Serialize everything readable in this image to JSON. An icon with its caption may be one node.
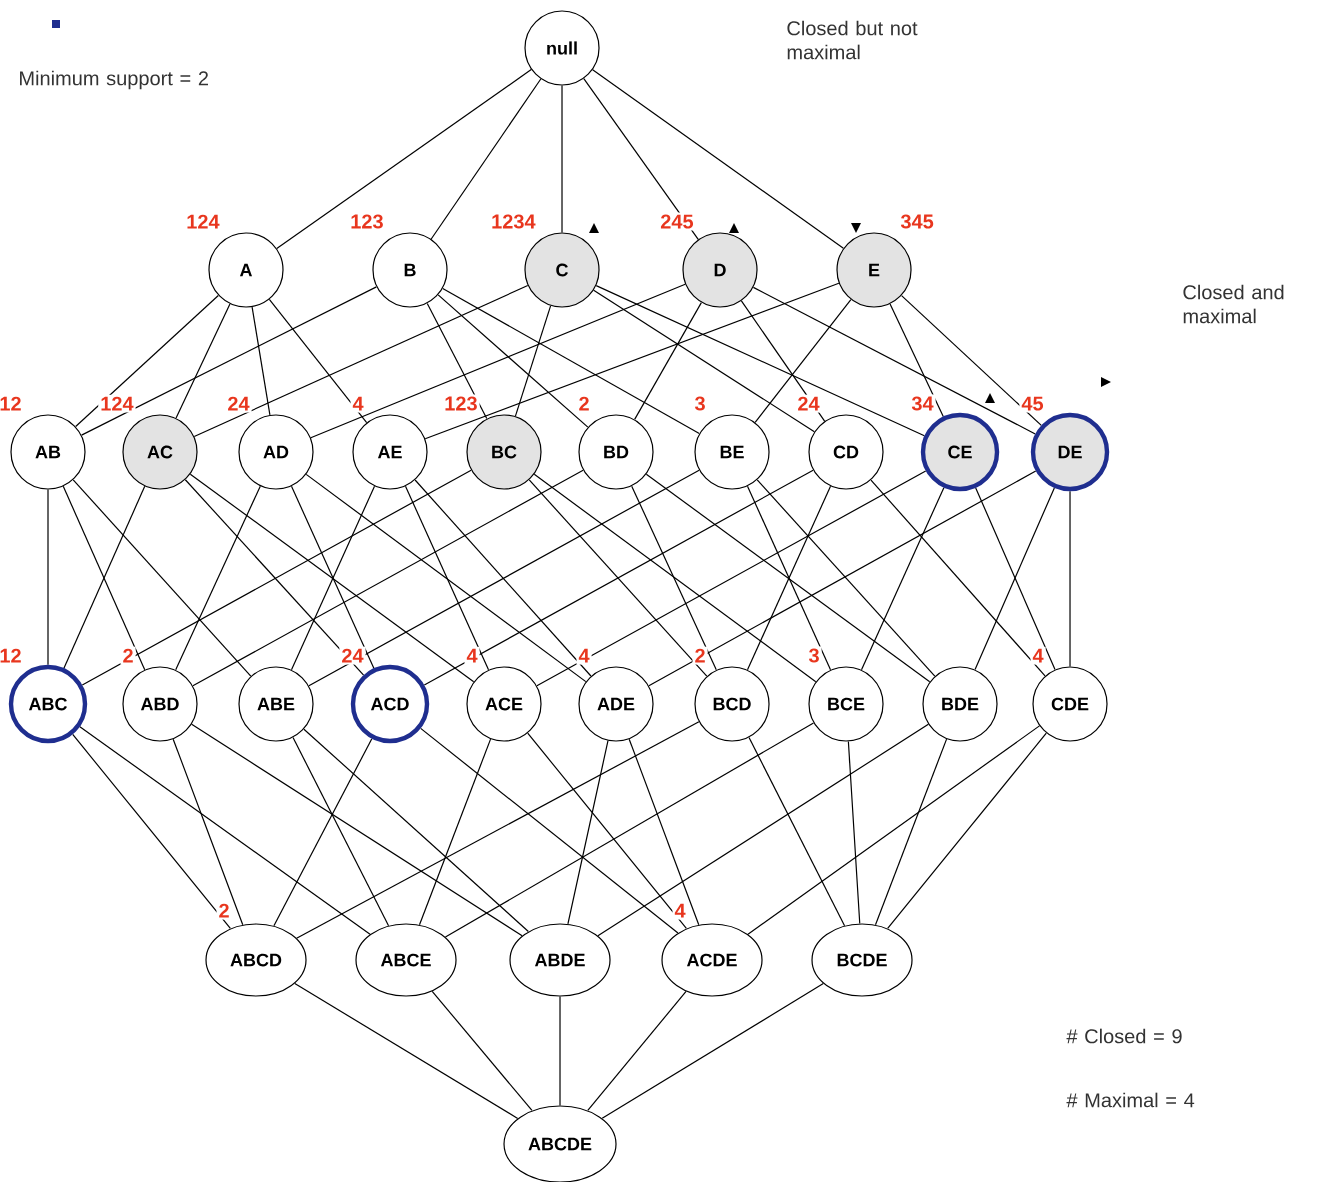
{
  "diagram": {
    "nodes": [
      {
        "text": [
          "null"
        ]
      },
      {
        "text": [
          "A"
        ],
        "beside": [
          "124"
        ]
      },
      {
        "text": [
          "B"
        ],
        "beside": [
          "123"
        ]
      },
      {
        "text": [
          "C"
        ],
        "beside": [
          "1234"
        ]
      },
      {
        "text": [
          "D"
        ],
        "beside": [
          "245"
        ]
      },
      {
        "text": [
          "E"
        ],
        "beside": [
          "345"
        ]
      },
      {
        "text": [
          "AB"
        ],
        "beside": [
          "12"
        ]
      },
      {
        "text": [
          "AC"
        ],
        "beside": [
          "124"
        ]
      },
      {
        "text": [
          "AD"
        ],
        "beside": [
          "24"
        ]
      },
      {
        "text": [
          "AE"
        ],
        "beside": [
          "4"
        ]
      },
      {
        "text": [
          "BC"
        ],
        "beside": [
          "123"
        ]
      },
      {
        "text": [
          "BD"
        ],
        "beside": [
          "2"
        ]
      },
      {
        "text": [
          "BE"
        ],
        "beside": [
          "3"
        ]
      },
      {
        "text": [
          "CD"
        ],
        "beside": [
          "24"
        ]
      },
      {
        "text": [
          "CE"
        ],
        "beside": [
          "34"
        ]
      },
      {
        "text": [
          "DE"
        ],
        "beside": [
          "45"
        ]
      },
      {
        "text": [
          "ABC"
        ],
        "beside": [
          "12"
        ]
      },
      {
        "text": [
          "ABD"
        ],
        "beside": [
          "2"
        ]
      },
      {
        "text": [
          "ABE"
        ]
      },
      {
        "text": [
          "ACD"
        ],
        "beside": [
          "24"
        ]
      },
      {
        "text": [
          "ACE"
        ],
        "beside": [
          "4"
        ]
      },
      {
        "text": [
          "ADE"
        ],
        "beside": [
          "4"
        ]
      },
      {
        "text": [
          "BCD"
        ],
        "beside": [
          "2"
        ]
      },
      {
        "text": [
          "BCE"
        ],
        "beside": [
          "3"
        ]
      },
      {
        "text": [
          "BDE"
        ]
      },
      {
        "text": [
          "CDE"
        ],
        "beside": [
          "4"
        ]
      },
      {
        "text": [
          "ABCD"
        ],
        "beside": [
          "2"
        ]
      },
      {
        "text": [
          "ABCE"
        ]
      },
      {
        "text": [
          "ABDE"
        ]
      },
      {
        "text": [
          "ACDE"
        ],
        "beside": [
          "4"
        ]
      },
      {
        "text": [
          "BCDE"
        ]
      },
      {
        "text": [
          "ABCDE"
        ]
      }
    ],
    "edges": [
      {
        "from": 0,
        "to": 1,
        "arrow": "none"
      },
      {
        "from": 0,
        "to": 2,
        "arrow": "none"
      },
      {
        "from": 0,
        "to": 3,
        "arrow": "none"
      },
      {
        "from": 0,
        "to": 4,
        "arrow": "none"
      },
      {
        "from": 0,
        "to": 5,
        "arrow": "none"
      },
      {
        "from": 1,
        "to": 6,
        "arrow": "none"
      },
      {
        "from": 1,
        "to": 7,
        "arrow": "none"
      },
      {
        "from": 1,
        "to": 8,
        "arrow": "none"
      },
      {
        "from": 1,
        "to": 9,
        "arrow": "none"
      },
      {
        "from": 2,
        "to": 6,
        "arrow": "none"
      },
      {
        "from": 2,
        "to": 10,
        "arrow": "none"
      },
      {
        "from": 2,
        "to": 11,
        "arrow": "none"
      },
      {
        "from": 2,
        "to": 12,
        "arrow": "none"
      },
      {
        "from": 3,
        "to": 7,
        "arrow": "none"
      },
      {
        "from": 3,
        "to": 10,
        "arrow": "none"
      },
      {
        "from": 3,
        "to": 13,
        "arrow": "none"
      },
      {
        "from": 3,
        "to": 14,
        "arrow": "none"
      },
      {
        "from": 4,
        "to": 8,
        "arrow": "none"
      },
      {
        "from": 4,
        "to": 11,
        "arrow": "none"
      },
      {
        "from": 4,
        "to": 13,
        "arrow": "none"
      },
      {
        "from": 4,
        "to": 15,
        "arrow": "none"
      },
      {
        "from": 5,
        "to": 9,
        "arrow": "none"
      },
      {
        "from": 5,
        "to": 12,
        "arrow": "none"
      },
      {
        "from": 5,
        "to": 14,
        "arrow": "none"
      },
      {
        "from": 5,
        "to": 15,
        "arrow": "none"
      },
      {
        "from": 6,
        "to": 16,
        "arrow": "none"
      },
      {
        "from": 6,
        "to": 17,
        "arrow": "none"
      },
      {
        "from": 6,
        "to": 18,
        "arrow": "none"
      },
      {
        "from": 7,
        "to": 16,
        "arrow": "none"
      },
      {
        "from": 7,
        "to": 19,
        "arrow": "none"
      },
      {
        "from": 7,
        "to": 20,
        "arrow": "none"
      },
      {
        "from": 8,
        "to": 17,
        "arrow": "none"
      },
      {
        "from": 8,
        "to": 19,
        "arrow": "none"
      },
      {
        "from": 8,
        "to": 21,
        "arrow": "none"
      },
      {
        "from": 9,
        "to": 18,
        "arrow": "none"
      },
      {
        "from": 9,
        "to": 20,
        "arrow": "none"
      },
      {
        "from": 9,
        "to": 21,
        "arrow": "none"
      },
      {
        "from": 10,
        "to": 16,
        "arrow": "none"
      },
      {
        "from": 10,
        "to": 22,
        "arrow": "none"
      },
      {
        "from": 10,
        "to": 23,
        "arrow": "none"
      },
      {
        "from": 11,
        "to": 17,
        "arrow": "none"
      },
      {
        "from": 11,
        "to": 22,
        "arrow": "none"
      },
      {
        "from": 11,
        "to": 24,
        "arrow": "none"
      },
      {
        "from": 12,
        "to": 18,
        "arrow": "none"
      },
      {
        "from": 12,
        "to": 23,
        "arrow": "none"
      },
      {
        "from": 12,
        "to": 24,
        "arrow": "none"
      },
      {
        "from": 13,
        "to": 19,
        "arrow": "none"
      },
      {
        "from": 13,
        "to": 22,
        "arrow": "none"
      },
      {
        "from": 13,
        "to": 25,
        "arrow": "none"
      },
      {
        "from": 14,
        "to": 20,
        "arrow": "none"
      },
      {
        "from": 14,
        "to": 23,
        "arrow": "none"
      },
      {
        "from": 14,
        "to": 25,
        "arrow": "none"
      },
      {
        "from": 15,
        "to": 21,
        "arrow": "none"
      },
      {
        "from": 15,
        "to": 24,
        "arrow": "none"
      },
      {
        "from": 15,
        "to": 25,
        "arrow": "none"
      },
      {
        "from": 16,
        "to": 26,
        "arrow": "none"
      },
      {
        "from": 16,
        "to": 27,
        "arrow": "none"
      },
      {
        "from": 17,
        "to": 26,
        "arrow": "none"
      },
      {
        "from": 17,
        "to": 28,
        "arrow": "none"
      },
      {
        "from": 18,
        "to": 27,
        "arrow": "none"
      },
      {
        "from": 18,
        "to": 28,
        "arrow": "none"
      },
      {
        "from": 19,
        "to": 26,
        "arrow": "none"
      },
      {
        "from": 19,
        "to": 29,
        "arrow": "none"
      },
      {
        "from": 20,
        "to": 27,
        "arrow": "none"
      },
      {
        "from": 20,
        "to": 29,
        "arrow": "none"
      },
      {
        "from": 21,
        "to": 28,
        "arrow": "none"
      },
      {
        "from": 21,
        "to": 29,
        "arrow": "none"
      },
      {
        "from": 22,
        "to": 26,
        "arrow": "none"
      },
      {
        "from": 22,
        "to": 30,
        "arrow": "none"
      },
      {
        "from": 23,
        "to": 27,
        "arrow": "none"
      },
      {
        "from": 23,
        "to": 30,
        "arrow": "none"
      },
      {
        "from": 24,
        "to": 28,
        "arrow": "none"
      },
      {
        "from": 24,
        "to": 30,
        "arrow": "none"
      },
      {
        "from": 25,
        "to": 29,
        "arrow": "none"
      },
      {
        "from": 25,
        "to": 30,
        "arrow": "none"
      },
      {
        "from": 26,
        "to": 31,
        "arrow": "none"
      },
      {
        "from": 27,
        "to": 31,
        "arrow": "none"
      },
      {
        "from": 28,
        "to": 31,
        "arrow": "none"
      },
      {
        "from": 29,
        "to": 31,
        "arrow": "none"
      },
      {
        "from": 30,
        "to": 31,
        "arrow": "none"
      }
    ],
    "labels": [
      "Minimum support = 2",
      "Closed but not maximal",
      "Closed and maximal",
      "# Closed = 9",
      "# Maximal = 4"
    ]
  }
}
